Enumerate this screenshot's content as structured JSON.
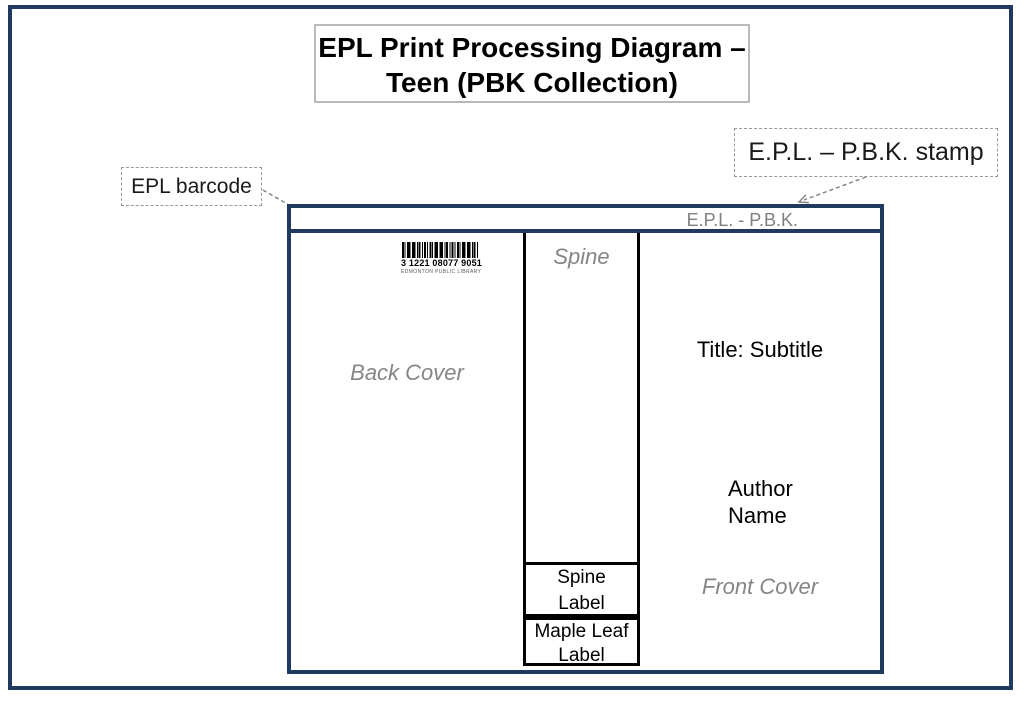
{
  "page": {
    "title_line1": "EPL Print Processing Diagram –",
    "title_line2": "Teen (PBK Collection)"
  },
  "callouts": {
    "barcode_label": "EPL barcode",
    "stamp_label": "E.P.L. – P.B.K. stamp"
  },
  "book": {
    "stamp_strip_text": "E.P.L. - P.B.K.",
    "back_cover_label": "Back Cover",
    "spine_label": "Spine",
    "front_cover_label": "Front Cover",
    "front_title": "Title: Subtitle",
    "author_line1": "Author",
    "author_line2": "Name",
    "spine_sticker_line1": "Spine",
    "spine_sticker_line2": "Label",
    "maple_sticker_line1": "Maple Leaf",
    "maple_sticker_line2": "Label",
    "barcode_number": "3 1221 08077 9051",
    "barcode_caption": "EDMONTON PUBLIC LIBRARY"
  },
  "colors": {
    "navy": "#1f3a5e",
    "gray_text": "#7f7f7f",
    "sticker_border": "#000000"
  }
}
